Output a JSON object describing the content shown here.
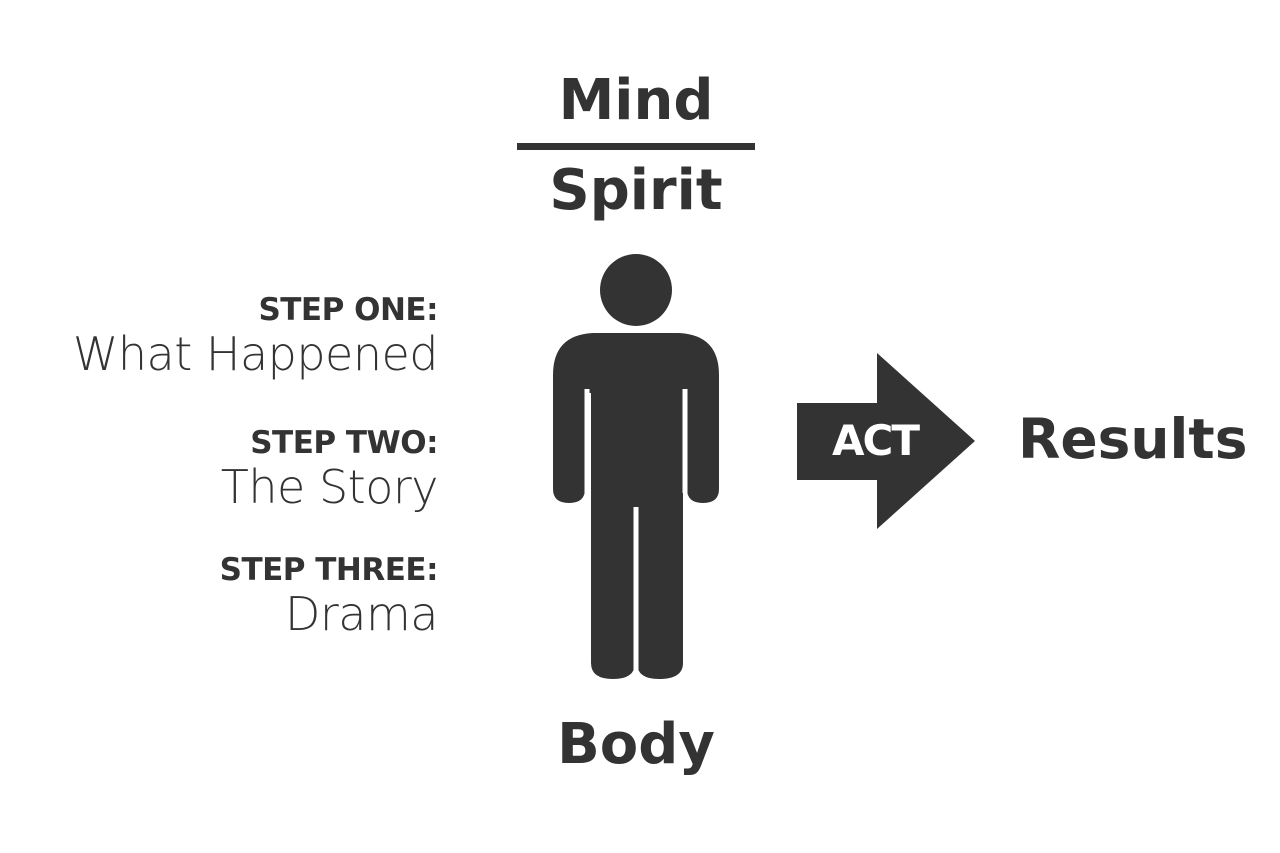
{
  "top": {
    "mind": "Mind",
    "spirit": "Spirit"
  },
  "steps": [
    {
      "heading": "STEP ONE:",
      "value": "What Happened"
    },
    {
      "heading": "STEP TWO:",
      "value": "The Story"
    },
    {
      "heading": "STEP THREE:",
      "value": "Drama"
    }
  ],
  "figure": {
    "label": "Body",
    "icon": "person-icon"
  },
  "arrow": {
    "label": "ACT",
    "icon": "arrow-right-icon"
  },
  "outcome": {
    "label": "Results"
  },
  "colors": {
    "ink": "#333333",
    "background": "#ffffff",
    "arrow_text": "#ffffff"
  }
}
